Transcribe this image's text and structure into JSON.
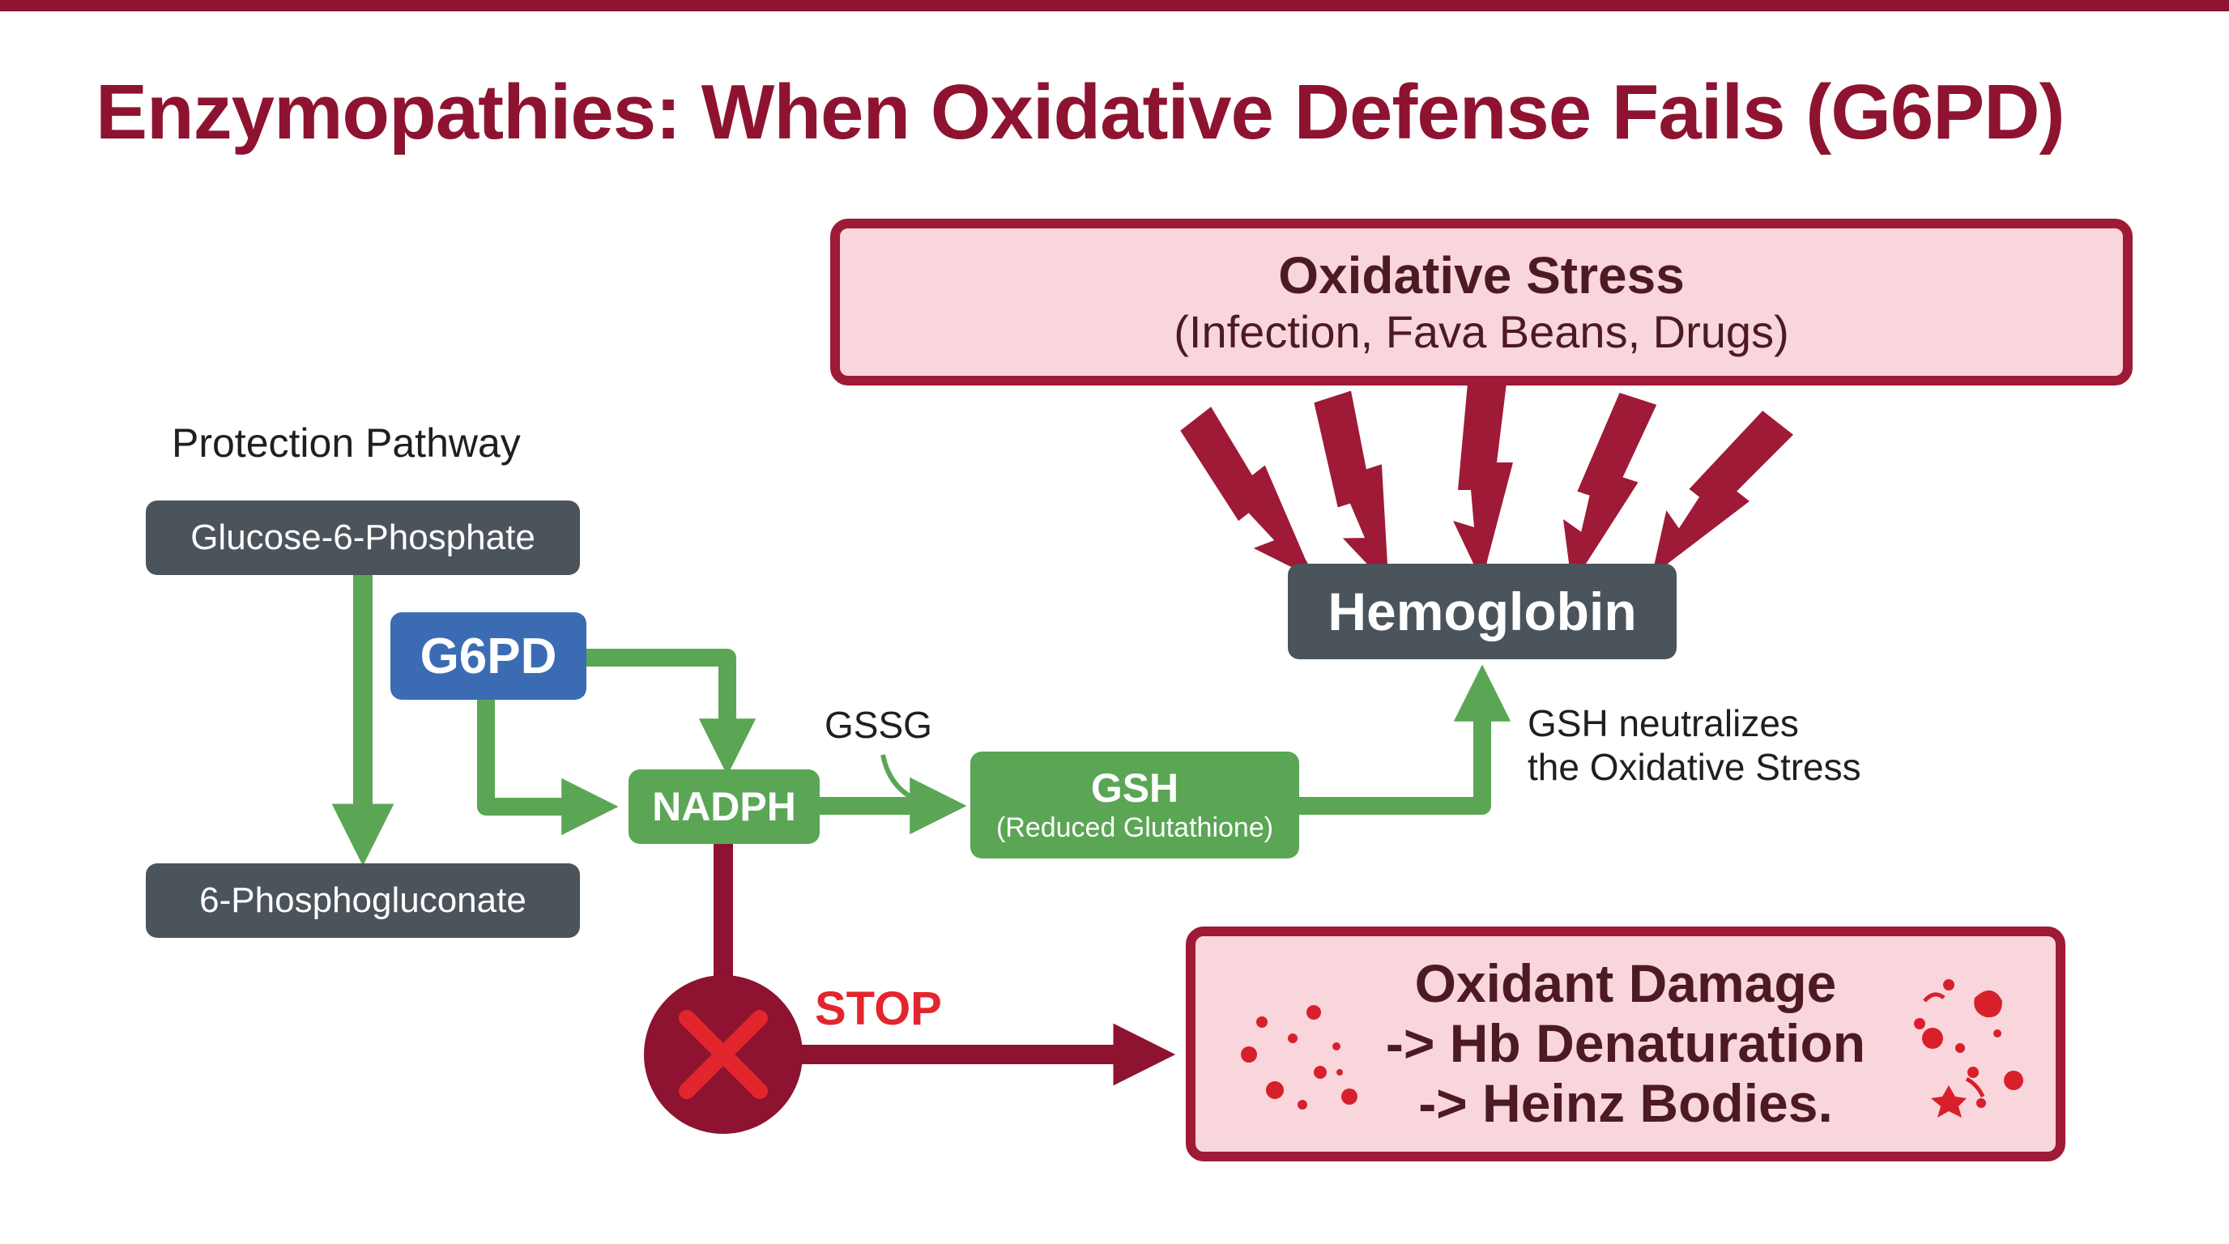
{
  "title": "Enzymopathies: When Oxidative Defense Fails (G6PD)",
  "oxidative_stress": {
    "title": "Oxidative Stress",
    "causes": "(Infection, Fava Beans, Drugs)"
  },
  "protection_pathway": {
    "heading": "Protection Pathway",
    "substrate": "Glucose-6-Phosphate",
    "enzyme": "G6PD",
    "product": "6-Phosphogluconate"
  },
  "nadph": "NADPH",
  "gssg": "GSSG",
  "gsh": {
    "label": "GSH",
    "full_name": "(Reduced Glutathione)"
  },
  "hemoglobin": "Hemoglobin",
  "gsh_note": {
    "line1": "GSH neutralizes",
    "line2": "the Oxidative Stress"
  },
  "stop_label": "STOP",
  "damage": {
    "line1": "Oxidant Damage",
    "line2": "-> Hb Denaturation",
    "line3": "-> Heinz Bodies."
  },
  "colors": {
    "title": "#8e1330",
    "dark_red": "#8e1330",
    "stress_fill": "#f8d6db",
    "gray_box": "#4b535b",
    "enzyme_blue": "#3b6cb3",
    "green": "#5aa655",
    "stop_red": "#e3262e"
  },
  "icons": [
    "lightning-bolt-icon",
    "cross-stop-icon",
    "damaged-cell-particles-icon"
  ]
}
